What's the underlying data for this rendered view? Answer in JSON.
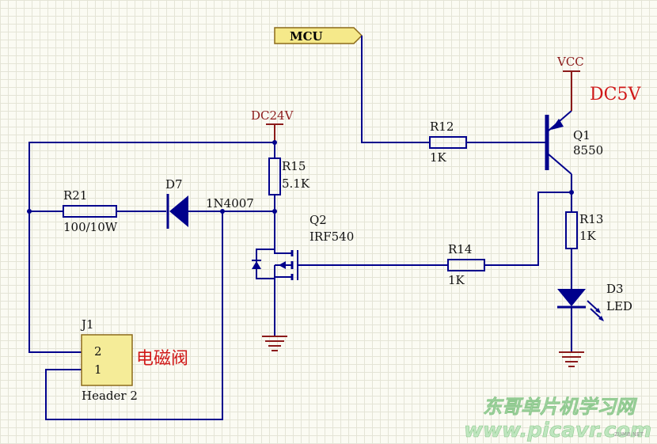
{
  "net_labels": {
    "mcu": "MCU",
    "vcc": "VCC",
    "dc5v": "DC5V",
    "dc24v": "DC24V"
  },
  "components": {
    "r12": {
      "ref": "R12",
      "value": "1K"
    },
    "q1": {
      "ref": "Q1",
      "value": "8550"
    },
    "r13": {
      "ref": "R13",
      "value": "1K"
    },
    "d3": {
      "ref": "D3",
      "value": "LED"
    },
    "r14": {
      "ref": "R14",
      "value": "1K"
    },
    "q2": {
      "ref": "Q2",
      "value": "IRF540"
    },
    "r15": {
      "ref": "R15",
      "value": "5.1K"
    },
    "d7": {
      "ref": "D7",
      "value": "1N4007"
    },
    "r21": {
      "ref": "R21",
      "value": "100/10W"
    },
    "j1": {
      "ref": "J1",
      "value": "Header 2",
      "pin_top": "2",
      "pin_bottom": "1",
      "note": "电磁阀"
    }
  },
  "watermark": {
    "line1": "东哥单片机学习网",
    "line2": "www.picavr.com",
    "corner": "ZUMB.NET"
  },
  "colors": {
    "wire": "#00008c",
    "power": "#8b1a1a",
    "annotation": "#d01818",
    "port_fill": "#f5e98a",
    "connector_fill": "#f5ec98"
  }
}
